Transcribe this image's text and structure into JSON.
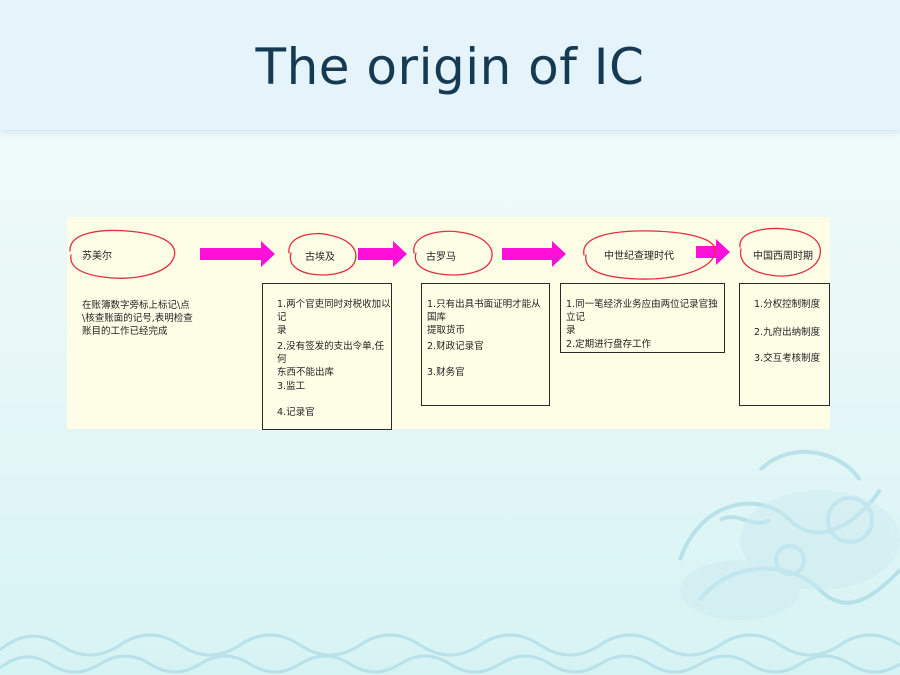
{
  "title": "The origin of IC",
  "colors": {
    "arrow": "#ff10d8",
    "circle": "#e03040",
    "title": "#163a52",
    "panel": "#fefde6"
  },
  "stages": [
    {
      "name": "苏美尔",
      "note": [
        "在账簿数字旁标上标记\\点",
        "\\核查账面的记号,表明检查",
        "账目的工作已经完成"
      ]
    },
    {
      "name": "古埃及",
      "items": [
        [
          "1.两个官吏同时对税收加以记",
          "录"
        ],
        [
          "2.没有签发的支出令单,任何",
          "东西不能出库"
        ],
        [
          "3.监工"
        ],
        [
          "4.记录官"
        ]
      ]
    },
    {
      "name": "古罗马",
      "items": [
        [
          "1.只有出具书面证明才能从国库",
          "提取货币"
        ],
        [
          "2.财政记录官"
        ],
        [
          "3.财务官"
        ]
      ]
    },
    {
      "name": "中世纪查理时代",
      "items": [
        [
          "1.同一笔经济业务应由两位记录官独立记",
          "录"
        ],
        [
          "2.定期进行盘存工作"
        ]
      ]
    },
    {
      "name": "中国西周时期",
      "items": [
        [
          "1.分权控制制度"
        ],
        [
          "2.九府出纳制度"
        ],
        [
          "3.交互考核制度"
        ]
      ]
    }
  ]
}
